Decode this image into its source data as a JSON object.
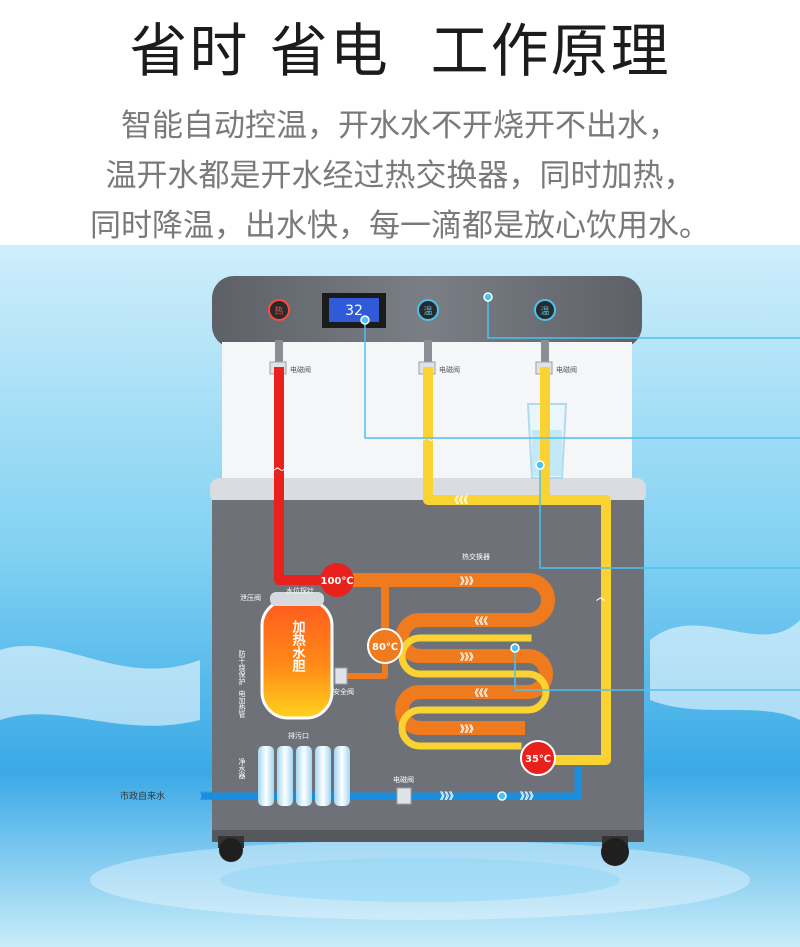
{
  "header": {
    "title": "省时 省电  工作原理",
    "desc": [
      "智能自动控温，开水水不开烧开不出水，",
      "温开水都是开水经过热交换器，同时加热，",
      "同时降温，出水快，每一滴都是放心饮用水。"
    ]
  },
  "panel": {
    "button_left": "热",
    "button_mid": "温",
    "button_right": "温",
    "display_text": "32"
  },
  "labels": {
    "valve_1": "电磁阀",
    "valve_2": "电磁阀",
    "valve_3": "电磁阀",
    "valve_inlet": "电磁阀",
    "heat_exchanger": "热交换器",
    "pressure_valve": "泄压阀",
    "water_level_probe": "水位探针",
    "anti_dry": "防干烧保护",
    "heating_tube": "电加热管",
    "safety_valve": "安全阀",
    "drain": "排污口",
    "purifier": "净水器",
    "municipal_water": "市政自来水",
    "tank": "加热水胆"
  },
  "temps": {
    "t100": "100℃",
    "t80": "80℃",
    "t35": "35℃"
  },
  "colors": {
    "hot": "#e8211d",
    "warm": "#fad232",
    "exchanger": "#f07a1e",
    "cold": "#1a8fe0",
    "cabinet": "#6e7278",
    "callout": "#4cc2ee"
  }
}
